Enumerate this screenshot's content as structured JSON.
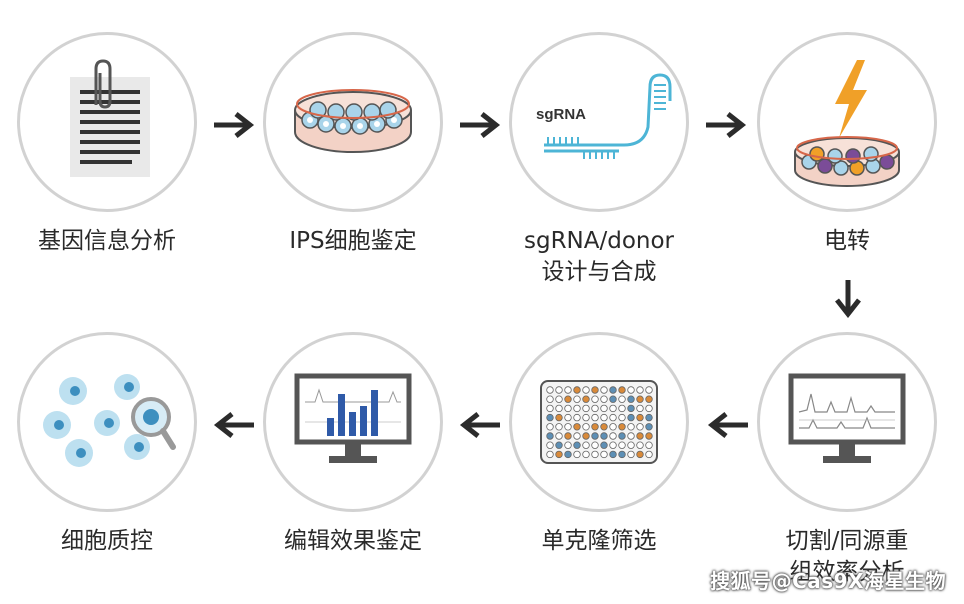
{
  "steps": [
    {
      "id": "gene-analysis",
      "label_lines": [
        "基因信息分析"
      ]
    },
    {
      "id": "ips-identification",
      "label_lines": [
        "IPS细胞鉴定"
      ]
    },
    {
      "id": "sgrna-design",
      "label_lines": [
        "sgRNA/donor",
        "设计与合成"
      ],
      "icon_text": "sgRNA"
    },
    {
      "id": "electroporation",
      "label_lines": [
        "电转"
      ]
    },
    {
      "id": "cut-recombination",
      "label_lines": [
        "切割/同源重",
        "组效率分析"
      ]
    },
    {
      "id": "monoclonal-screening",
      "label_lines": [
        "单克隆筛选"
      ]
    },
    {
      "id": "editing-identification",
      "label_lines": [
        "编辑效果鉴定"
      ]
    },
    {
      "id": "cell-qc",
      "label_lines": [
        "细胞质控"
      ]
    }
  ],
  "watermark": "搜狐号@Cas9X海星生物",
  "colors": {
    "circle_border": "#d2d2d2",
    "arrow": "#2b2b2b",
    "cell_blue": "#a9d4ea",
    "cell_dark": "#3d8fbf",
    "dish_red": "#d7674a",
    "orange": "#f0a028",
    "purple": "#7b4c98",
    "monitor": "#555555",
    "bars": "#2f5aa8"
  },
  "icons": [
    "document-clip-icon",
    "petri-dish-icon",
    "sgrna-hairpin-icon",
    "lightning-dish-icon",
    "monitor-chart-icon",
    "well-plate-icon",
    "monitor-bars-icon",
    "cells-magnifier-icon"
  ]
}
